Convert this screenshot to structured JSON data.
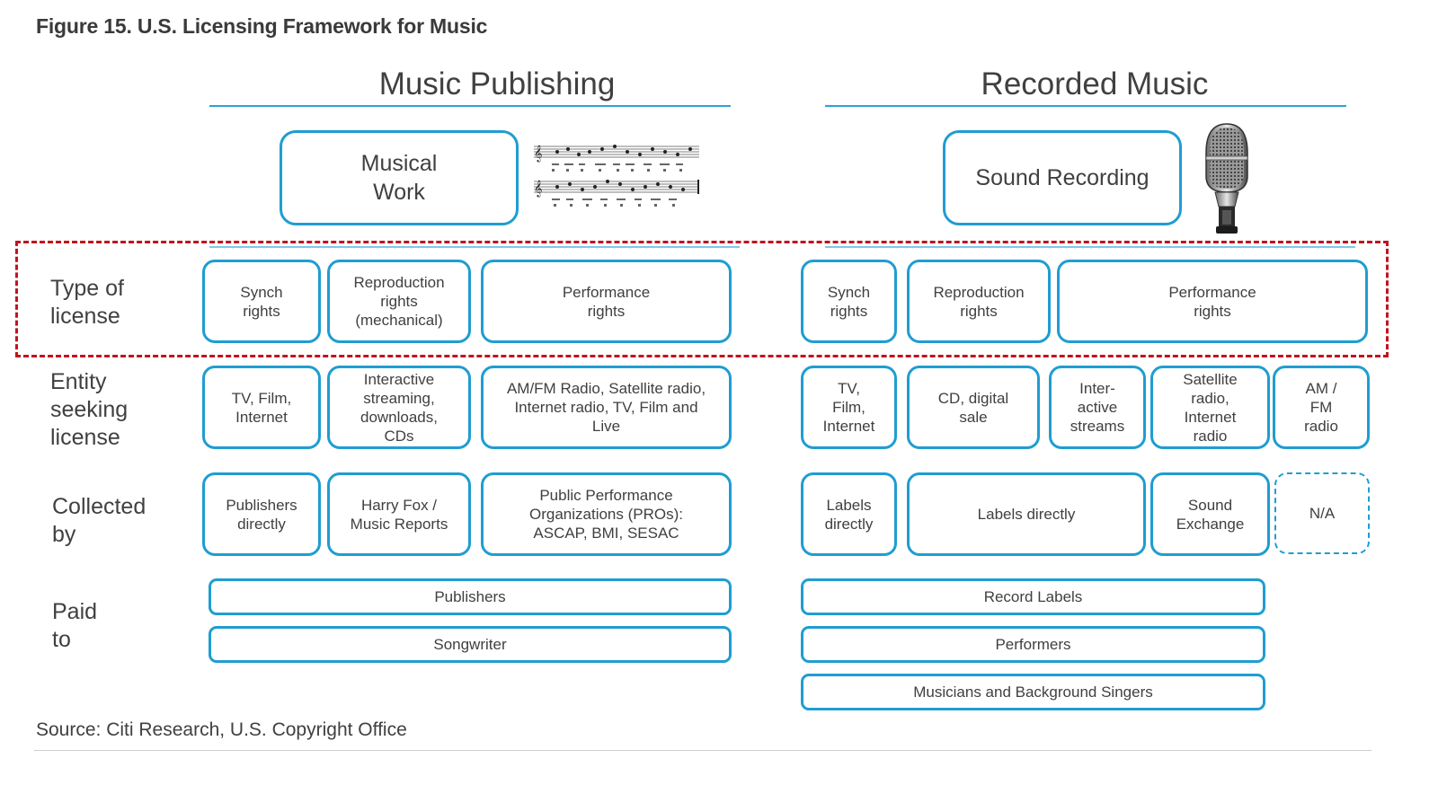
{
  "title": "Figure 15. U.S. Licensing Framework for Music",
  "sections": {
    "publishing": "Music Publishing",
    "recorded": "Recorded Music"
  },
  "works": {
    "musical_work": "Musical\nWork",
    "sound_recording": "Sound Recording"
  },
  "row_labels": {
    "type_of_license": "Type of\nlicense",
    "entity_seeking": "Entity\nseeking\nlicense",
    "collected_by": "Collected\nby",
    "paid_to": "Paid\nto"
  },
  "publishing": {
    "license_types": [
      "Synch\nrights",
      "Reproduction\nrights\n(mechanical)",
      "Performance\nrights"
    ],
    "entities": [
      "TV, Film,\nInternet",
      "Interactive\nstreaming,\ndownloads,\nCDs",
      "AM/FM Radio, Satellite radio,\nInternet radio, TV, Film and\nLive"
    ],
    "collectors": [
      "Publishers\ndirectly",
      "Harry Fox /\nMusic Reports",
      "Public Performance\nOrganizations (PROs):\nASCAP, BMI, SESAC"
    ],
    "paid_to": [
      "Publishers",
      "Songwriter"
    ]
  },
  "recorded": {
    "license_types": [
      "Synch\nrights",
      "Reproduction\nrights",
      "Performance\nrights"
    ],
    "entities": [
      "TV,\nFilm,\nInternet",
      "CD, digital\nsale",
      "Inter-\nactive\nstreams",
      "Satellite\nradio,\nInternet\nradio",
      "AM /\nFM\nradio"
    ],
    "collectors": [
      "Labels\ndirectly",
      "Labels directly",
      "Sound\nExchange",
      "N/A"
    ],
    "paid_to": [
      "Record Labels",
      "Performers",
      "Musicians and Background Singers"
    ]
  },
  "source": "Source: Citi Research, U.S. Copyright Office",
  "icons": [
    "sheet-music-icon",
    "microphone-icon"
  ],
  "colors": {
    "box_border": "#1f9dd1",
    "highlight": "#c0141e",
    "text": "#404040"
  }
}
